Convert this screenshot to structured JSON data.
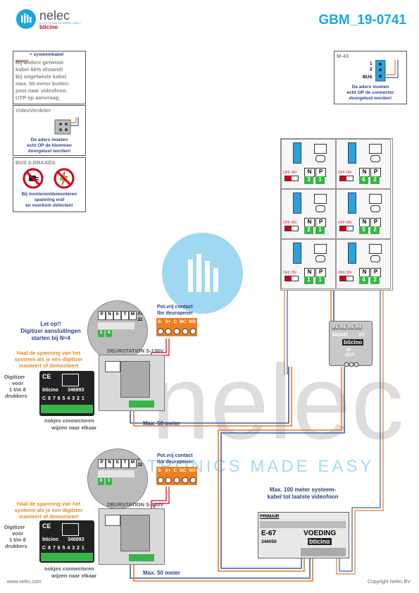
{
  "header": {
    "brand": "nelec",
    "brand_tagline": "ELECTRONICS MADE EASY",
    "brand_sub": "bticino",
    "doc_number": "GBM_19-0741"
  },
  "note_cable": {
    "legend": "= systeemkabel",
    "lines": [
      "Bij andere getwiste",
      "kabel 66% afstand!",
      "Bij ongetwiste kabel",
      "max. 50 meter buiten-",
      "post naar videofoon.",
      "UTP op aanvraag."
    ]
  },
  "note_verdeler": {
    "title": "VideoVerdeler",
    "text1": "De aders moeten",
    "text2": "echt OP de klemmen",
    "text3": "doorgelust worden!"
  },
  "note_bus": {
    "title": "BUS 2-DRAADS",
    "text1": "Bij monteren/demonteren",
    "text2": "spanning eraf",
    "text3": "en voorkom defecten!"
  },
  "m43": {
    "title": "M-43",
    "pin1": "1",
    "pin2": "2",
    "pin_bus": "BUS",
    "text1": "De aders moeten",
    "text2": "echt OP de connector",
    "text3": "doorgelust worden!"
  },
  "grid": {
    "cells": [
      {
        "n": "3",
        "p": "1"
      },
      {
        "n": "6",
        "p": "2"
      },
      {
        "n": "2",
        "p": "1"
      },
      {
        "n": "5",
        "p": "2"
      },
      {
        "n": "1",
        "p": "1"
      },
      {
        "n": "4",
        "p": "2"
      }
    ],
    "label_n": "N",
    "label_p": "P",
    "off_on": "OFF ON"
  },
  "distributor": {
    "ports": [
      "P1",
      "P2",
      "P3",
      "P4"
    ],
    "model": "346841",
    "vv": "VV",
    "brand": "bticino",
    "in": "IN",
    "out": "OUT"
  },
  "station1": {
    "warning_title": "Let op!!",
    "warning_text1": "Digitizer aansluitingen",
    "warning_text2": "starten bij N=4",
    "orange1": "Haal de spanning van het",
    "orange2": "systeem als je een digitizer",
    "orange3": "monteert of demonteert",
    "contact1": "Pot.vrij contact",
    "contact2": "tbv deuropener",
    "terms": [
      "S-",
      "S+",
      "C",
      "NC",
      "NO"
    ],
    "station_name": "DEURSTATION S-130V",
    "jumper_labels": [
      "P",
      "N",
      "S",
      "T",
      "M",
      "J1",
      "J2"
    ],
    "jumper_p": "2",
    "jumper_n": "4",
    "digitizer_label1": "Digitizer",
    "digitizer_label2": "voor",
    "digitizer_label3": "1 t/m 8",
    "digitizer_label4": "drukkers",
    "digitizer_model": "346993",
    "digitizer_brand": "bticino",
    "digitizer_nums": "C 8 7 6 5 4 3 2 1",
    "note1": "nokjes connectoren",
    "note2": "wijzen naar elkaar",
    "distance": "Max. 50 meter"
  },
  "station2": {
    "orange1": "Haal de spanning van het",
    "orange2": "systeem als je een digitizer",
    "orange3": "monteert of demonteert",
    "contact1": "Pot.vrij contact",
    "contact2": "tbv deuropener",
    "terms": [
      "S-",
      "S+",
      "C",
      "NC",
      "NO"
    ],
    "station_name": "DEURSTATION S-130V",
    "jumper_labels": [
      "P",
      "N",
      "S",
      "T",
      "M",
      "J1",
      "J2"
    ],
    "jumper_p": "0",
    "jumper_n": "1",
    "digitizer_label1": "Digitizer",
    "digitizer_label2": "voor",
    "digitizer_label3": "1 t/m 8",
    "digitizer_label4": "drukkers",
    "digitizer_model": "346993",
    "digitizer_brand": "bticino",
    "digitizer_nums": "C 8 7 6 5 4 3 2 1",
    "note1": "nokjes connectoren",
    "note2": "wijzen naar elkaar",
    "distance": "Max. 50 meter"
  },
  "system_note1": "Max. 100 meter systeem-",
  "system_note2": "kabel tot laatste videofoon",
  "psu": {
    "primair": "PRIMAIR",
    "model": "E-67",
    "voeding": "VOEDING",
    "code": "346050",
    "brand": "bticino"
  },
  "watermark": {
    "big": "nelec",
    "tagline": "ELECTRONICS MADE EASY"
  },
  "footer": {
    "left": "www.nelec.com",
    "right": "Copyright Nelec BV"
  },
  "colors": {
    "accent_blue": "#1aa7e0",
    "text_blue": "#2d3f8c",
    "warning_orange": "#e9891c",
    "terminal_orange": "#f07f1f",
    "terminal_green": "#39b54a",
    "wire_orange": "#e07b2a",
    "wire_blue": "#3a5fa8"
  }
}
